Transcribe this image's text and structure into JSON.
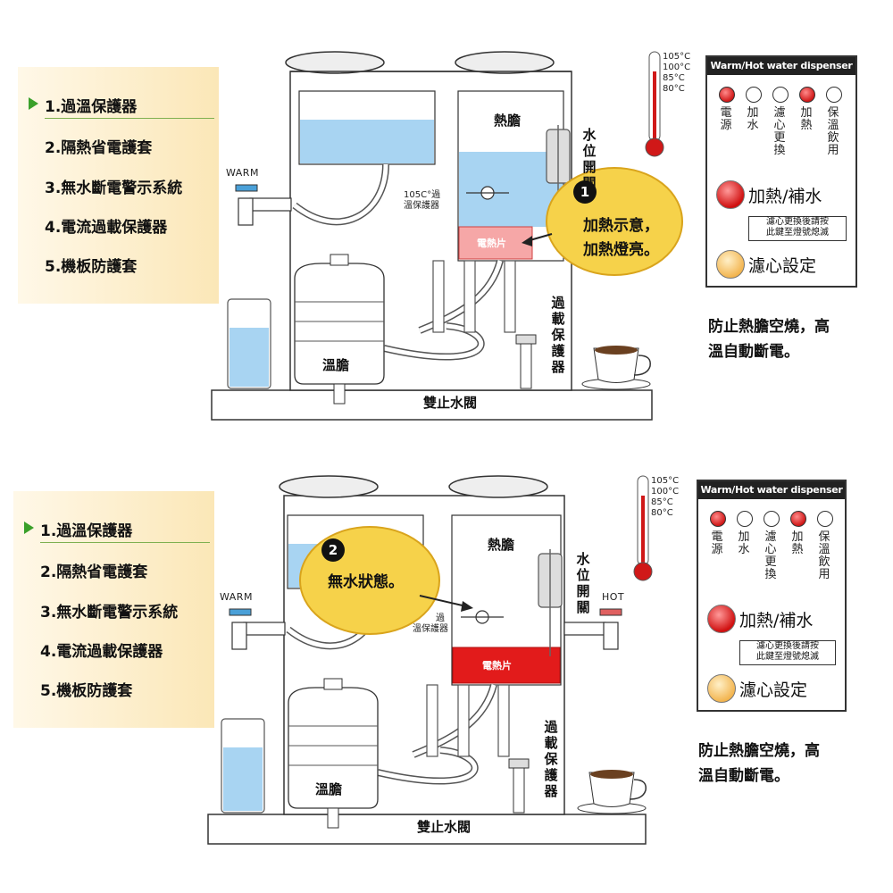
{
  "menu": {
    "items": [
      "1.過溫保護器",
      "2.隔熱省電護套",
      "3.無水斷電警示系統",
      "4.電流過載保護器",
      "5.機板防護套"
    ]
  },
  "diagram": {
    "hot_tank": "熱膽",
    "warm_tank": "溫膽",
    "heater": "電熱片",
    "valve": "雙止水閥",
    "level_switch": "水位開關",
    "overload": "過載保護器",
    "protector_105_a": "105C°過",
    "protector_105_b": "溫保護器",
    "protector_partial": "過",
    "protector_partial_b": "溫保護器",
    "warm_label": "WARM",
    "hot_label": "HOT"
  },
  "thermometer": [
    "105°C",
    "100°C",
    "85°C",
    "80°C"
  ],
  "dispenser": {
    "title": "Warm/Hot water dispenser",
    "indicators": [
      {
        "label": "電源",
        "color": "red"
      },
      {
        "label": "加水",
        "color": "white"
      },
      {
        "label": "濾心更換",
        "color": "white"
      },
      {
        "label": "加熱",
        "color": "red"
      },
      {
        "label": "保溫飲用",
        "color": "white"
      }
    ],
    "button_heat": "加熱/補水",
    "note_line1": "濾心更換後請按",
    "note_line2": "此鍵至燈號熄滅",
    "button_filter": "濾心設定"
  },
  "description": [
    "防止熱膽空燒，高",
    "溫自動斷電。"
  ],
  "panel1": {
    "badge": "1",
    "bubble_line1": "加熱示意，",
    "bubble_line2": "加熱燈亮。"
  },
  "panel2": {
    "badge": "2",
    "bubble_line1": "無水狀態。"
  }
}
